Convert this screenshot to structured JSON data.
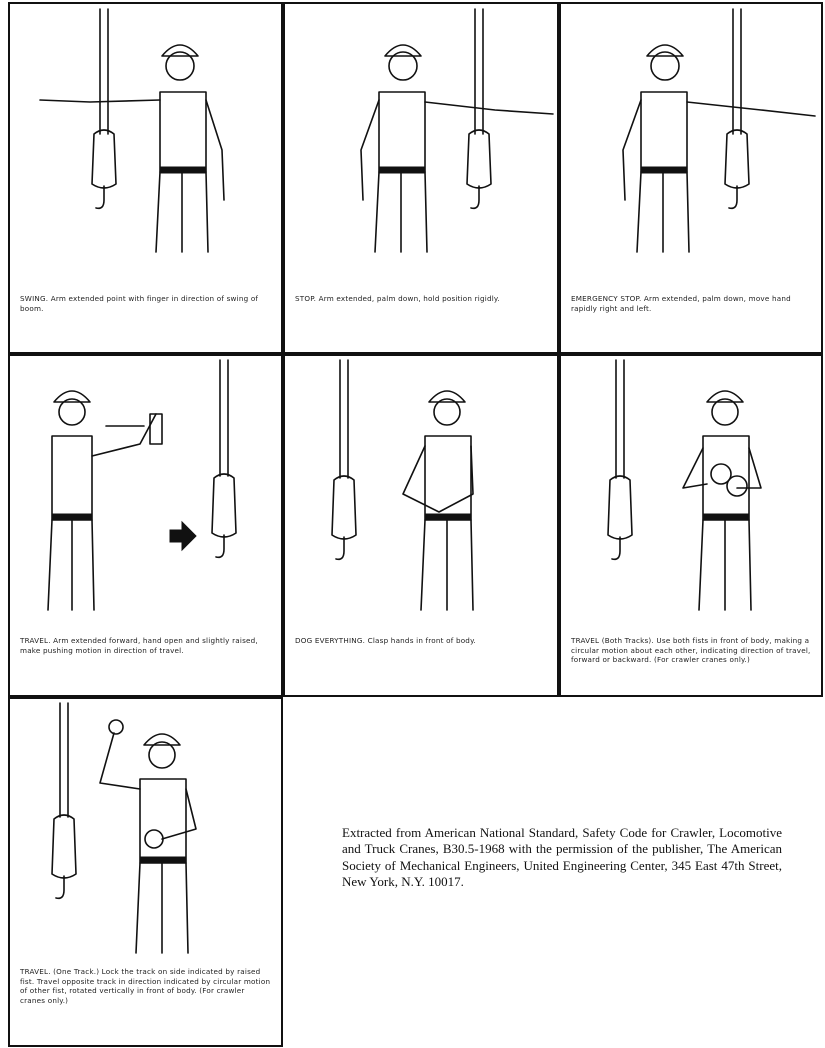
{
  "panels": [
    {
      "id": "swing",
      "caption": "SWING.  Arm extended point with finger in direction of swing of boom."
    },
    {
      "id": "stop",
      "caption": "STOP.  Arm extended, palm down, hold position rigidly."
    },
    {
      "id": "emergency-stop",
      "caption": "EMERGENCY STOP.  Arm extended, palm down, move hand rapidly right and left."
    },
    {
      "id": "travel",
      "caption": "TRAVEL.  Arm extended forward, hand open and slightly raised, make pushing motion in direction of travel."
    },
    {
      "id": "dog-everything",
      "caption": "DOG EVERYTHING.  Clasp hands in front of body."
    },
    {
      "id": "travel-both-tracks",
      "caption": "TRAVEL (Both Tracks).  Use both fists in front of body, making a circular motion about each other, indicating direction of travel, forward or backward.  (For crawler cranes only.)"
    },
    {
      "id": "travel-one-track",
      "caption": "TRAVEL.  (One Track.)  Lock the track on side indicated by raised fist.  Travel opposite track in direction indicated by circular motion of other fist, rotated vertically in front of body.  (For crawler cranes only.)"
    }
  ],
  "credit": "Extracted from American National Standard, Safety Code for Crawler, Locomotive and Truck Cranes, B30.5-1968 with the permission of the publisher, The American Society of Mechanical Engineers, United Engineering Center, 345 East 47th Street, New York, N.Y. 10017."
}
